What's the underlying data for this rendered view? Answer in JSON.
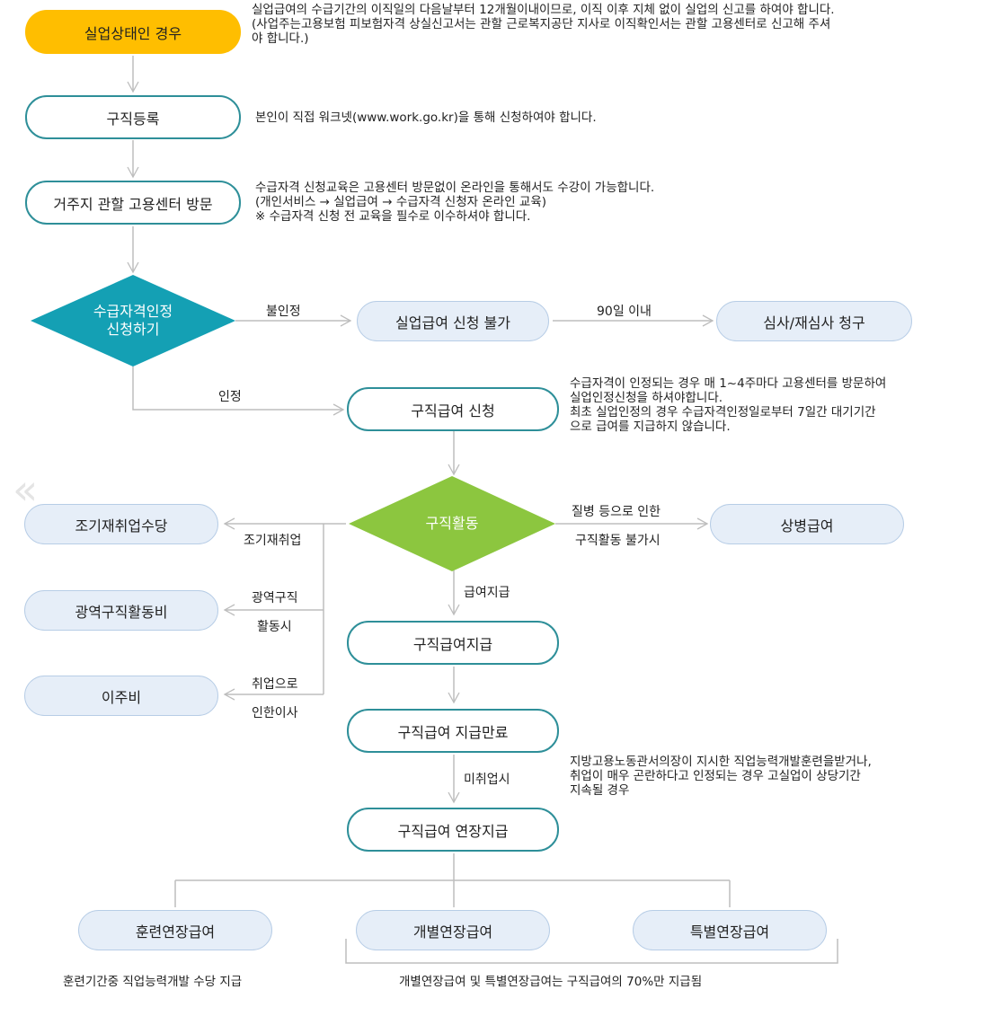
{
  "nodes": {
    "unemployed": "실업상태인 경우",
    "job_registration": "구직등록",
    "visit_center": "거주지 관할 고용센터 방문",
    "eligibility": [
      "수급자격인정",
      "신청하기"
    ],
    "not_eligible_apply": "실업급여 신청 불가",
    "review_request": "심사/재심사 청구",
    "job_benefit_apply": "구직급여 신청",
    "job_search": "구직활동",
    "early_reemployment_allowance": "조기재취업수당",
    "sickness_benefit": "상병급여",
    "wide_area_job_search_cost": "광역구직활동비",
    "moving_expenses": "이주비",
    "job_benefit_payment": "구직급여지급",
    "job_benefit_end": "구직급여 지급만료",
    "job_benefit_extension": "구직급여 연장지급",
    "training_extension": "훈련연장급여",
    "individual_extension": "개별연장급여",
    "special_extension": "특별연장급여"
  },
  "labels": {
    "not_recognized": "불인정",
    "within_90_days": "90일 이내",
    "recognized": "인정",
    "sickness_line1": "질병 등으로 인한",
    "sickness_line2": "구직활동 불가시",
    "early_reemployment": "조기재취업",
    "wide_area_line1": "광역구직",
    "wide_area_line2": "활동시",
    "moving_line1": "취업으로",
    "moving_line2": "인한이사",
    "payment": "급여지급",
    "not_employed": "미취업시"
  },
  "notes": {
    "unemployed": [
      "실업급여의 수급기간의 이직일의 다음날부터 12개월이내이므로, 이직 이후 지체 없이 실업의 신고를 하여야 합니다.",
      "(사업주는고용보험 피보험자격 상실신고서는 관할 근로복지공단 지사로 이직확인서는 관할 고용센터로 신고해 주셔",
      "야 합니다.)"
    ],
    "job_registration": "본인이 직접 워크넷(www.work.go.kr)을 통해 신청하여야 합니다.",
    "visit_center": [
      "수급자격 신청교육은 고용센터 방문없이 온라인을 통해서도 수강이 가능합니다.",
      "(개인서비스 → 실업급여 → 수급자격 신청자 온라인 교육)",
      "※ 수급자격 신청 전 교육을 필수로 이수하셔야 합니다."
    ],
    "job_benefit_apply": [
      "수급자격이 인정되는 경우 매 1~4주마다 고용센터를 방문하여",
      "실업인정신청을 하셔야합니다.",
      "최초 실업인정의 경우 수급자격인정일로부터 7일간 대기기간",
      "으로 급여를 지급하지 않습니다."
    ],
    "job_benefit_end": [
      "지방고용노동관서의장이 지시한 직업능력개발훈련을받거나,",
      "취업이 매우 곤란하다고 인정되는 경우 고실업이 상당기간",
      "지속될 경우"
    ],
    "training": "훈련기간중 직업능력개발 수당 지급",
    "extension_note": "개별연장급여 및 특별연장급여는 구직급여의 70%만 지급됨"
  },
  "colors": {
    "outline": "#2e8f99",
    "filled": "#e6eef8",
    "yellow": "#ffbe00",
    "teal_diamond": "#14a0b4",
    "green_diamond": "#8cc63f",
    "connector": "#bdbdbd"
  },
  "icons": {
    "back": "chevron-left-double-icon"
  }
}
